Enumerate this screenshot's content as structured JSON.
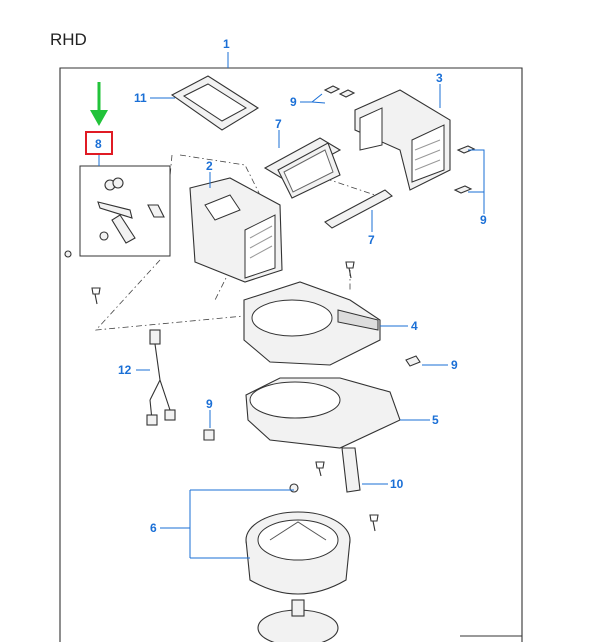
{
  "diagram": {
    "title": "RHD",
    "colors": {
      "callout": "#1a6fd6",
      "highlight_box": "#e01b24",
      "arrow": "#22c33a",
      "line": "#333333"
    },
    "callouts": {
      "c1": "1",
      "c2": "2",
      "c3": "3",
      "c4": "4",
      "c5": "5",
      "c6": "6",
      "c7a": "7",
      "c7b": "7",
      "c8": "8",
      "c9a": "9",
      "c9b": "9",
      "c9c": "9",
      "c9d": "9",
      "c10": "10",
      "c11": "11",
      "c12": "12"
    },
    "highlighted_callout": "8"
  }
}
